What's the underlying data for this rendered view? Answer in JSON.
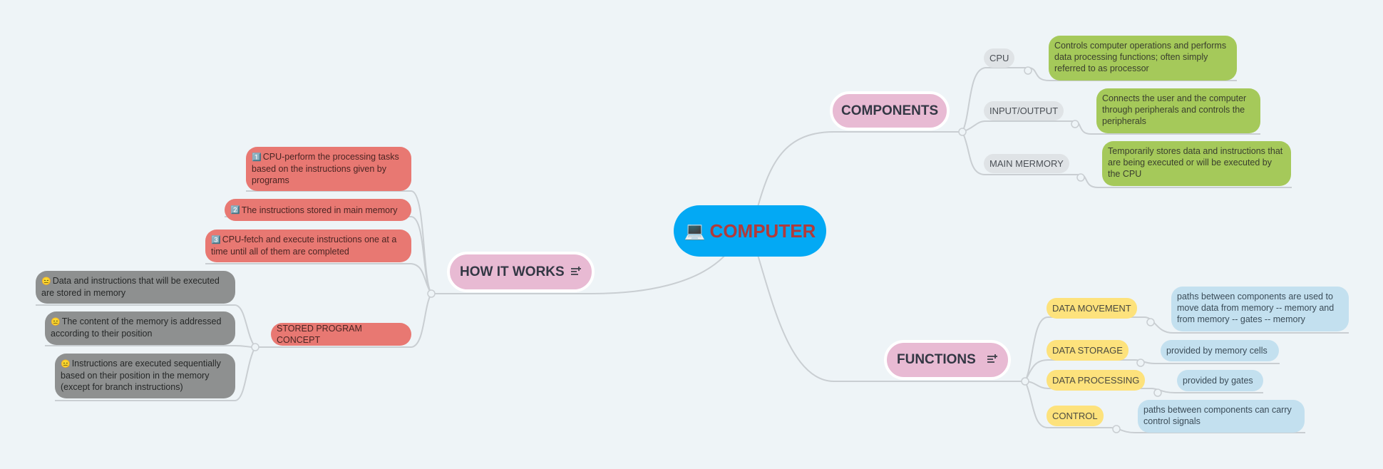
{
  "central": {
    "label": "COMPUTER",
    "icon": "💻",
    "color": "#03a9f4"
  },
  "components": {
    "label": "COMPONENTS",
    "items": [
      {
        "label": "CPU",
        "detail": "Controls computer operations and performs data  processing functions; often simply referred to as processor"
      },
      {
        "label": "INPUT/OUTPUT",
        "detail": "Connects the user and the computer through peripherals and controls the peripherals"
      },
      {
        "label": "MAIN MERMORY",
        "detail": "Temporarily stores data and instructions that are being executed or will be executed by the CPU"
      }
    ]
  },
  "functions": {
    "label": "FUNCTIONS",
    "note_icon": "notes-icon",
    "items": [
      {
        "label": "DATA MOVEMENT",
        "detail": "paths between components are used to move data from memory --  memory and from memory -- gates -- memory"
      },
      {
        "label": "DATA STORAGE",
        "detail": "provided by memory cells"
      },
      {
        "label": "DATA PROCESSING",
        "detail": "provided by gates"
      },
      {
        "label": "CONTROL",
        "detail": "paths between components can carry control signals"
      }
    ]
  },
  "how_it_works": {
    "label": "HOW IT WORKS",
    "note_icon": "notes-icon",
    "steps": [
      {
        "icon": "1️⃣",
        "text": "CPU-perform the processing tasks based on the instructions given by programs"
      },
      {
        "icon": "2️⃣",
        "text": "The instructions stored in main memory"
      },
      {
        "icon": "3️⃣",
        "text": "CPU-fetch and execute instructions one at a time until all of them are completed"
      }
    ],
    "stored_program": {
      "label": "STORED PROGRAM CONCEPT",
      "items": [
        {
          "icon": "😑",
          "text": "Data and instructions that will be executed are stored in memory"
        },
        {
          "icon": "😑",
          "text": "The content of the memory is addressed according to their position"
        },
        {
          "icon": "😑",
          "text": "Instructions are executed sequentially based on their position in the memory (except for branch instructions)"
        }
      ]
    }
  },
  "colors": {
    "background": "#eef4f7",
    "main_topic": "#e8bad3",
    "component_detail": "#a5c95a",
    "function_label": "#fde27c",
    "function_detail": "#c3e0ef",
    "how_steps": "#e87872",
    "stored_program_items": "#8e9090",
    "connector": "#c9ced2"
  }
}
